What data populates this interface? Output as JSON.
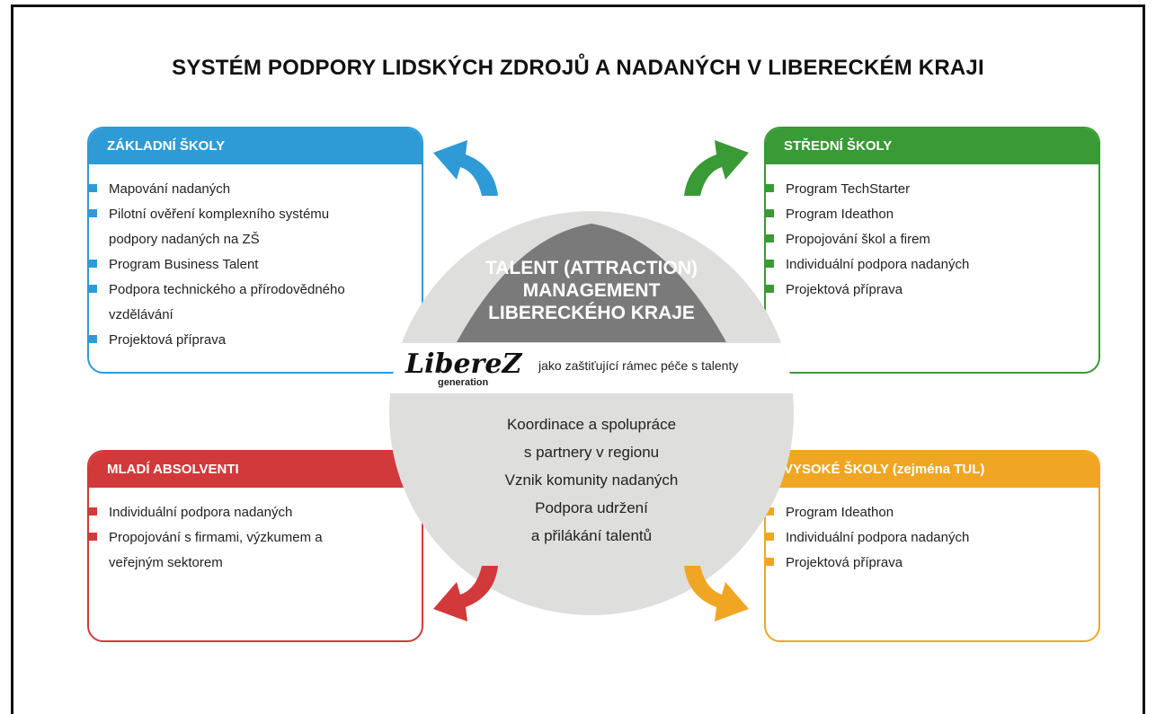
{
  "title": "SYSTÉM PODPORY LIDSKÝCH ZDROJŮ A NADANÝCH V LIBERECKÉM KRAJI",
  "boxes": {
    "zakladni": {
      "heading": "ZÁKLADNÍ ŠKOLY",
      "color": "#2e9bd6",
      "items": [
        "Mapování nadaných",
        "Pilotní ověření komplexního systému podpory nadaných na ZŠ",
        "Program Business Talent",
        "Podpora technického a přírodovědného vzdělávání",
        "Projektová příprava"
      ]
    },
    "stredni": {
      "heading": "STŘEDNÍ ŠKOLY",
      "color": "#3a9a35",
      "items": [
        "Program TechStarter",
        "Program Ideathon",
        "Propojování škol a firem",
        "Individuální podpora nadaných",
        "Projektová příprava"
      ]
    },
    "absolventi": {
      "heading": "MLADÍ ABSOLVENTI",
      "color": "#d2393a",
      "items": [
        "Individuální podpora nadaných",
        "Propojování s firmami, výzkumem a veřejným sektorem"
      ]
    },
    "vysoke": {
      "heading": "VYSOKÉ ŠKOLY (zejména TUL)",
      "color": "#f0a623",
      "items": [
        "Program Ideathon",
        "Individuální podpora nadaných",
        "Projektová příprava"
      ]
    }
  },
  "center": {
    "talent_lines": [
      "TALENT (ATTRACTION)",
      "MANAGEMENT",
      "LIBERECKÉHO KRAJE"
    ],
    "logo_text": "LibereZ",
    "logo_sub": "generation",
    "tagline": "jako zaštiťující rámec péče s talenty",
    "coordination_lines": [
      "Koordinace a spolupráce",
      "s partnery v regionu",
      "Vznik komunity nadaných",
      "Podpora udržení",
      "a přilákání talentů"
    ]
  },
  "icons": {
    "arrow_zs": "curved-arrow-icon",
    "arrow_ss": "curved-arrow-icon",
    "arrow_ma": "curved-arrow-icon",
    "arrow_vs": "curved-arrow-icon"
  }
}
